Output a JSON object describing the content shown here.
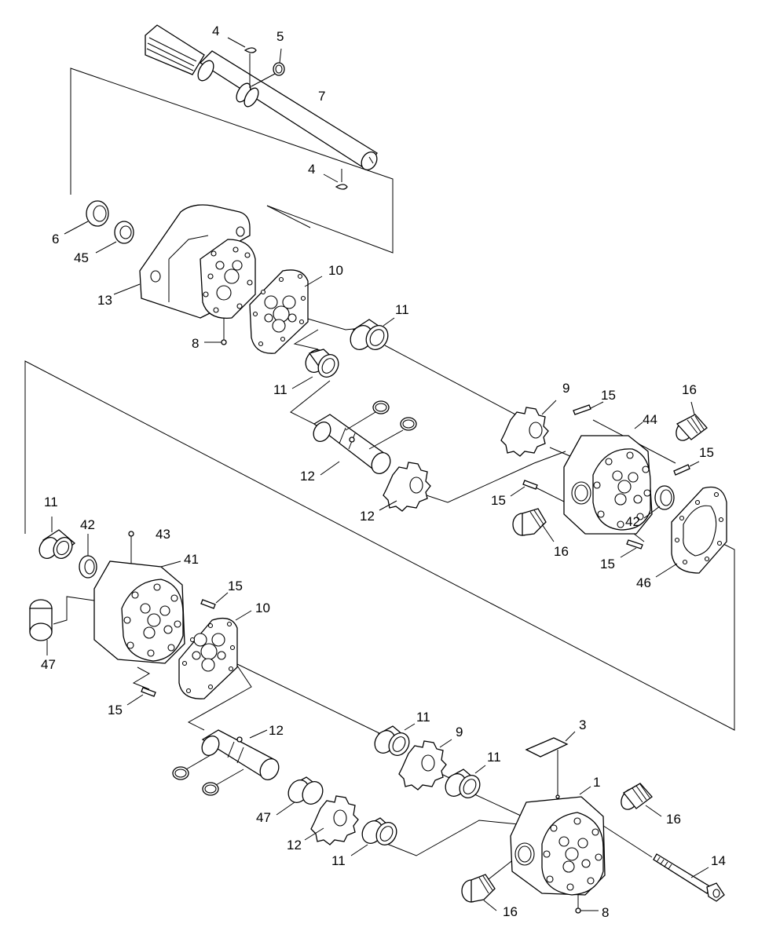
{
  "diagram": {
    "labels": [
      {
        "id": "l4a",
        "text": "4"
      },
      {
        "id": "l5",
        "text": "5"
      },
      {
        "id": "l7",
        "text": "7"
      },
      {
        "id": "l4b",
        "text": "4"
      },
      {
        "id": "l6",
        "text": "6"
      },
      {
        "id": "l45",
        "text": "45"
      },
      {
        "id": "l13",
        "text": "13"
      },
      {
        "id": "l10a",
        "text": "10"
      },
      {
        "id": "l11a",
        "text": "11"
      },
      {
        "id": "l8a",
        "text": "8"
      },
      {
        "id": "l11b",
        "text": "11"
      },
      {
        "id": "l9a",
        "text": "9"
      },
      {
        "id": "l15a",
        "text": "15"
      },
      {
        "id": "l16a",
        "text": "16"
      },
      {
        "id": "l44",
        "text": "44"
      },
      {
        "id": "l15b",
        "text": "15"
      },
      {
        "id": "l12a",
        "text": "12"
      },
      {
        "id": "l15c",
        "text": "15"
      },
      {
        "id": "l12b",
        "text": "12"
      },
      {
        "id": "l42a",
        "text": "42"
      },
      {
        "id": "l16b",
        "text": "16"
      },
      {
        "id": "l15d",
        "text": "15"
      },
      {
        "id": "l46",
        "text": "46"
      },
      {
        "id": "l11c",
        "text": "11"
      },
      {
        "id": "l42b",
        "text": "42"
      },
      {
        "id": "l43",
        "text": "43"
      },
      {
        "id": "l41",
        "text": "41"
      },
      {
        "id": "l15e",
        "text": "15"
      },
      {
        "id": "l10b",
        "text": "10"
      },
      {
        "id": "l47a",
        "text": "47"
      },
      {
        "id": "l15f",
        "text": "15"
      },
      {
        "id": "l11d",
        "text": "11"
      },
      {
        "id": "l3",
        "text": "3"
      },
      {
        "id": "l9b",
        "text": "9"
      },
      {
        "id": "l12c",
        "text": "12"
      },
      {
        "id": "l11e",
        "text": "11"
      },
      {
        "id": "l1",
        "text": "1"
      },
      {
        "id": "l16c",
        "text": "16"
      },
      {
        "id": "l47b",
        "text": "47"
      },
      {
        "id": "l12d",
        "text": "12"
      },
      {
        "id": "l11f",
        "text": "11"
      },
      {
        "id": "l14",
        "text": "14"
      },
      {
        "id": "l16d",
        "text": "16"
      },
      {
        "id": "l8b",
        "text": "8"
      }
    ]
  }
}
